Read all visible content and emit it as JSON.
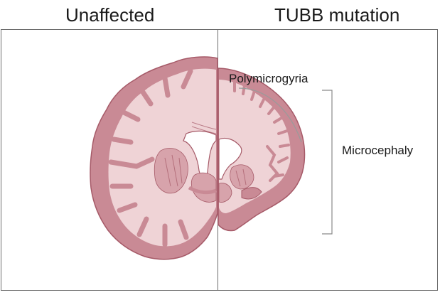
{
  "headers": {
    "left": "Unaffected",
    "right": "TUBB mutation"
  },
  "labels": {
    "polymicrogyria": "Polymicrogyria",
    "microcephaly": "Microcephaly"
  },
  "colors": {
    "cortex": "#c98a95",
    "white_matter": "#efd3d6",
    "outline": "#a65a68",
    "deep_nuclei": "#d7a3ab",
    "panel_border": "#6d6d6d",
    "annotation": "#9a9a9a"
  }
}
